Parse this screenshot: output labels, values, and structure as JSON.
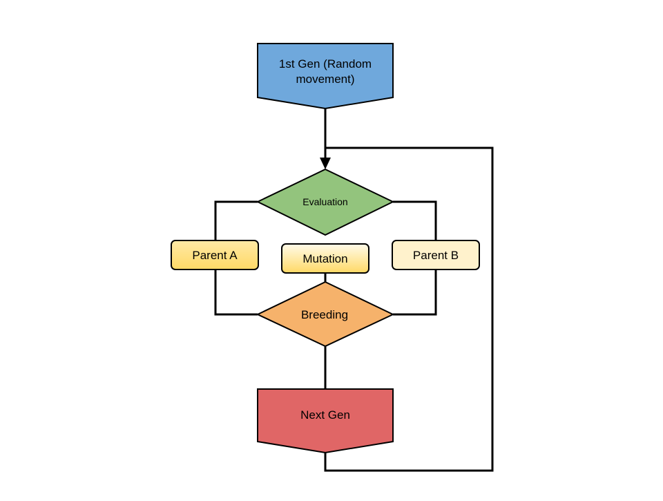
{
  "diagram": {
    "nodes": {
      "first_gen": {
        "line1": "1st Gen (Random",
        "line2": "movement)",
        "color": "#6fa8dc"
      },
      "evaluation": {
        "label": "Evaluation",
        "color": "#93c47d"
      },
      "parent_a": {
        "label": "Parent A",
        "color_top": "#ffe599",
        "color_bottom": "#ffd966"
      },
      "mutation": {
        "label": "Mutation",
        "color_top": "#fff8dc",
        "color_bottom": "#ffd966"
      },
      "parent_b": {
        "label": "Parent B",
        "color": "#fff2cc"
      },
      "breeding": {
        "label": "Breeding",
        "color": "#f6b26b"
      },
      "next_gen": {
        "label": "Next Gen",
        "color": "#e06666"
      }
    },
    "stroke_color": "#000000"
  }
}
